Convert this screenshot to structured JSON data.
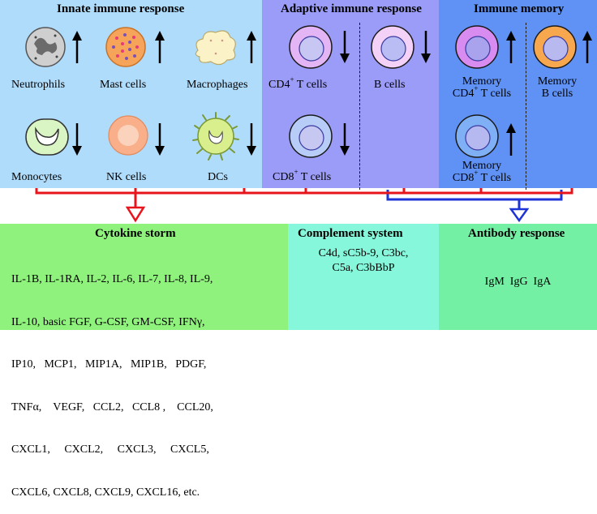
{
  "panels": {
    "innate": {
      "title": "Innate immune response",
      "cells": [
        {
          "label": "Neutrophils",
          "trend": "up"
        },
        {
          "label": "Mast cells",
          "trend": "up"
        },
        {
          "label": "Macrophages",
          "trend": "up"
        },
        {
          "label": "Monocytes",
          "trend": "down"
        },
        {
          "label": "NK cells",
          "trend": "down"
        },
        {
          "label": "DCs",
          "trend": "down"
        }
      ]
    },
    "adaptive": {
      "title": "Adaptive immune response",
      "cells": [
        {
          "label_main": "CD4",
          "label_sup": "+",
          "label_tail": " T cells",
          "trend": "down"
        },
        {
          "label": "B cells",
          "trend": "down"
        },
        {
          "label_main": "CD8",
          "label_sup": "+",
          "label_tail": " T cells",
          "trend": "down"
        }
      ]
    },
    "memory": {
      "title": "Immune memory",
      "cells": [
        {
          "line1": "Memory",
          "label_main": "CD4",
          "label_sup": "+",
          "label_tail": " T cells",
          "trend": "up"
        },
        {
          "line1": "Memory",
          "line2": "B cells",
          "trend": "up"
        },
        {
          "line1": "Memory",
          "label_main": "CD8",
          "label_sup": "+",
          "label_tail": " T cells",
          "trend": "up"
        }
      ]
    }
  },
  "outcomes": {
    "cytokine": {
      "title": "Cytokine storm",
      "lines": [
        "IL-1B, IL-1RA, IL-2, IL-6, IL-7, IL-8, IL-9,",
        "IL-10, basic FGF, G-CSF, GM-CSF, IFNγ,",
        "IP10,   MCP1,   MIP1A,   MIP1B,   PDGF,",
        "TNFα,    VEGF,   CCL2,   CCL8 ,    CCL20,",
        "CXCL1,     CXCL2,     CXCL3,     CXCL5,",
        "CXCL6, CXCL8, CXCL9, CXCL16, etc."
      ]
    },
    "complement": {
      "title": "Complement system",
      "lines": [
        "C4d, sC5b-9, C3bc,",
        "C5a, C3bBbP"
      ]
    },
    "antibody": {
      "title": "Antibody response",
      "lines": [
        "IgM  IgG  IgA"
      ]
    }
  },
  "colors": {
    "innate_bg": "#b0dcfb",
    "adaptive_bg": "#9b9cf7",
    "memory_bg": "#5f92f4",
    "cytokine_bg": "#8ff27c",
    "complement_bg": "#86f7da",
    "antibody_bg": "#73f0a4",
    "red_line": "#e8141c",
    "blue_line": "#1f34d6"
  }
}
